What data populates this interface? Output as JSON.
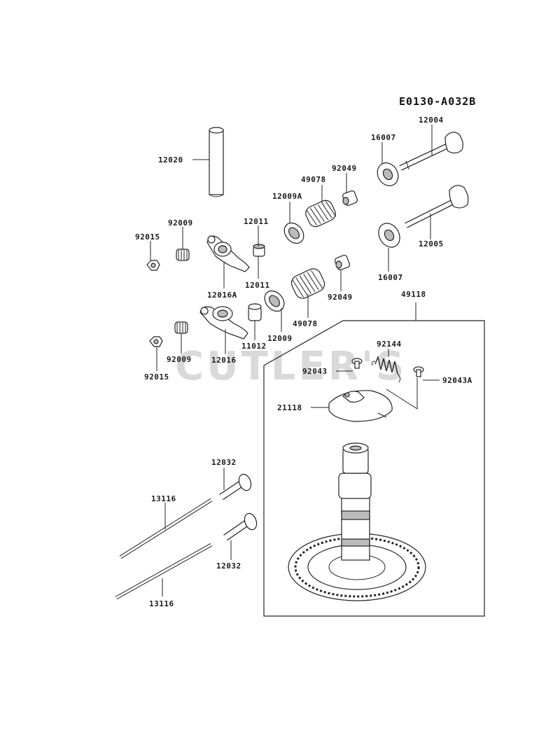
{
  "diagram": {
    "code": "E0130-A032B",
    "watermark": "CUTLER'S",
    "labels": {
      "p12020": "12020",
      "p16007a": "16007",
      "p12004": "12004",
      "p92049a": "92049",
      "p49078a": "49078",
      "p12009A": "12009A",
      "p92009a": "92009",
      "p12011a": "12011",
      "p92015a": "92015",
      "p12016A": "12016A",
      "p12011b": "12011",
      "p12005": "12005",
      "p16007b": "16007",
      "p92049b": "92049",
      "p49118": "49118",
      "p49078b": "49078",
      "p11012": "11012",
      "p12009": "12009",
      "p92009b": "92009",
      "p12016": "12016",
      "p92015b": "92015",
      "p92144": "92144",
      "p92043": "92043",
      "p92043A": "92043A",
      "p21118": "21118",
      "p12032a": "12032",
      "p13116a": "13116",
      "p12032b": "12032",
      "p13116b": "13116"
    }
  }
}
